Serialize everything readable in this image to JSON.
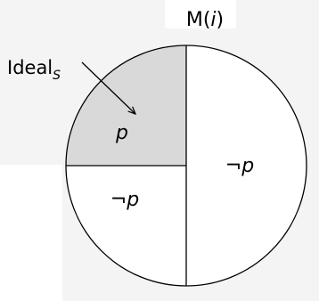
{
  "title": {
    "prefix": "M(",
    "variable": "i",
    "suffix": ")"
  },
  "ideal_label": {
    "base": "Ideal",
    "subscript": "S"
  },
  "regions": {
    "top_left": "p",
    "bottom_left": "¬p",
    "right": "¬p"
  },
  "colors": {
    "shaded_quadrant": "#d9d9d9",
    "outline": "#000000",
    "background": "#f4f4f4"
  }
}
